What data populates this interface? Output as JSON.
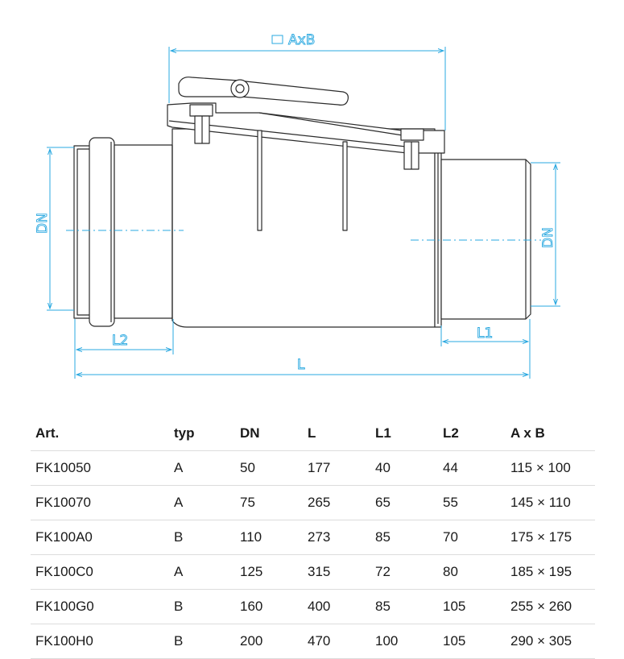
{
  "drawing": {
    "labels": {
      "axb": "AxB",
      "dn_left": "DN",
      "dn_right": "DN",
      "l1": "L1",
      "l2": "L2",
      "l": "L"
    },
    "colors": {
      "outline": "#2b2b2b",
      "dimension": "#29a8e0",
      "body_fill": "#ffffff"
    }
  },
  "table": {
    "headers": [
      "Art.",
      "typ",
      "DN",
      "L",
      "L1",
      "L2",
      "A x B"
    ],
    "rows": [
      [
        "FK10050",
        "A",
        "50",
        "177",
        "40",
        "44",
        "115 × 100"
      ],
      [
        "FK10070",
        "A",
        "75",
        "265",
        "65",
        "55",
        "145 × 110"
      ],
      [
        "FK100A0",
        "B",
        "110",
        "273",
        "85",
        "70",
        "175 × 175"
      ],
      [
        "FK100C0",
        "A",
        "125",
        "315",
        "72",
        "80",
        "185 × 195"
      ],
      [
        "FK100G0",
        "B",
        "160",
        "400",
        "85",
        "105",
        "255 × 260"
      ],
      [
        "FK100H0",
        "B",
        "200",
        "470",
        "100",
        "105",
        "290 × 305"
      ]
    ]
  }
}
